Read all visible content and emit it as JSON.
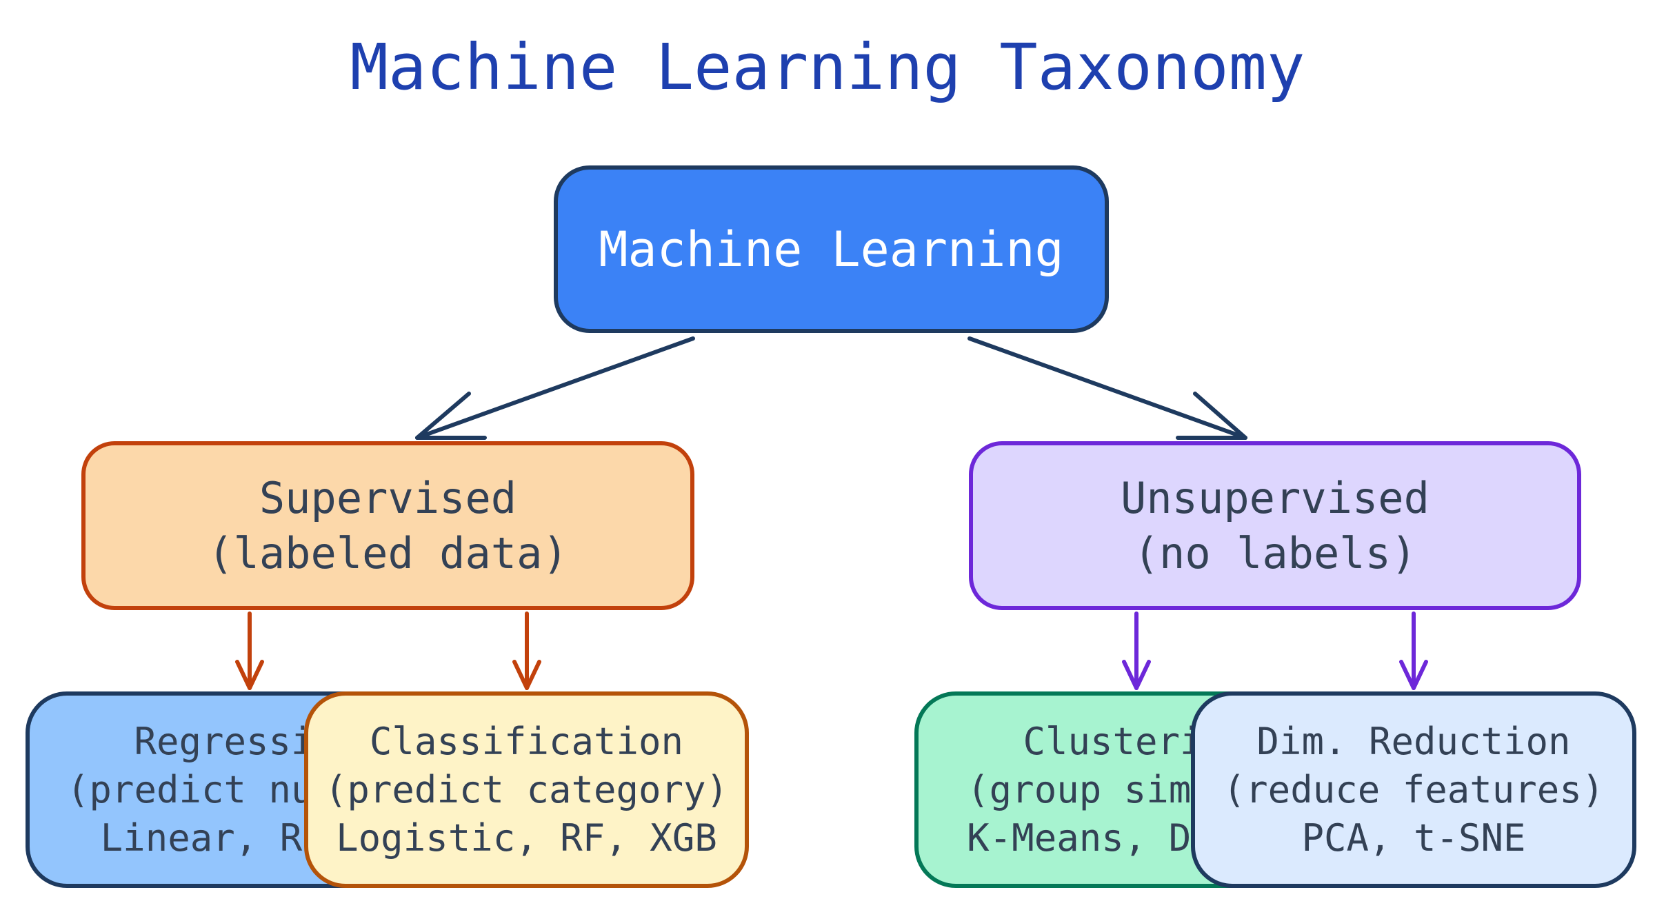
{
  "title": "Machine Learning Taxonomy",
  "colors": {
    "title": "#1e40af",
    "root_fill": "#3b82f6",
    "root_border": "#1e3a5f",
    "supervised_fill": "#fcd8aa",
    "supervised_border": "#c2410c",
    "unsupervised_fill": "#ddd6fe",
    "unsupervised_border": "#6d28d9",
    "regression_fill": "#93c5fd",
    "classification_fill": "#fef3c7",
    "classification_border": "#b45309",
    "clustering_fill": "#a7f3d0",
    "clustering_border": "#047857",
    "dimred_fill": "#dbeafe",
    "text": "#334155"
  },
  "nodes": {
    "root": {
      "lines": [
        "Machine Learning"
      ]
    },
    "supervised": {
      "lines": [
        "Supervised",
        "(labeled data)"
      ]
    },
    "unsupervised": {
      "lines": [
        "Unsupervised",
        "(no labels)"
      ]
    },
    "regression": {
      "lines": [
        "Regression",
        "(predict number)",
        "Linear, Ridge"
      ]
    },
    "classification": {
      "lines": [
        "Classification",
        "(predict category)",
        "Logistic, RF, XGB"
      ]
    },
    "clustering": {
      "lines": [
        "Clustering",
        "(group similar)",
        "K-Means, DBSCAN"
      ]
    },
    "dim_reduction": {
      "lines": [
        "Dim. Reduction",
        "(reduce features)",
        "PCA, t-SNE"
      ]
    }
  }
}
